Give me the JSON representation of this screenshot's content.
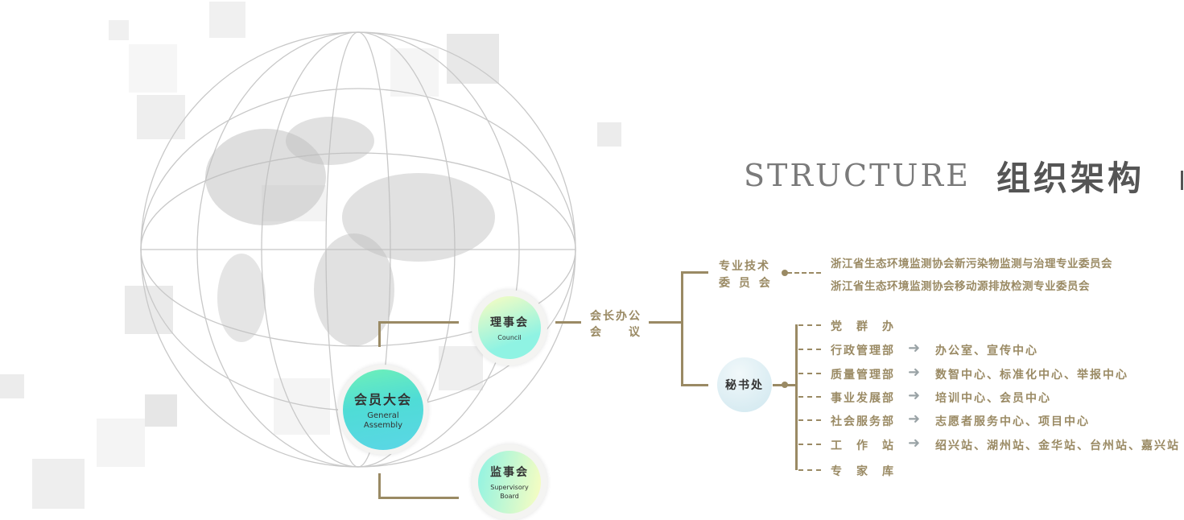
{
  "title": {
    "en": "STRUCTURE",
    "cn": "组织架构"
  },
  "nodes": {
    "general": {
      "cn": "会员大会",
      "en": "General Assembly"
    },
    "council": {
      "cn": "理事会",
      "en": "Council"
    },
    "supervisory": {
      "cn": "监事会",
      "en": "Supervisory Board"
    },
    "president_office": {
      "line1": "会长办公",
      "line2": "会　　议"
    },
    "tech_committee": {
      "line1": "专业技术",
      "line2": "委 员 会"
    },
    "secretariat": {
      "cn": "秘书处"
    }
  },
  "committees": [
    "浙江省生态环境监测协会新污染物监测与治理专业委员会",
    "浙江省生态环境监测协会移动源排放检测专业委员会"
  ],
  "departments": [
    {
      "name": "党　群　办",
      "sub": ""
    },
    {
      "name": "行政管理部",
      "sub": "办公室、宣传中心"
    },
    {
      "name": "质量管理部",
      "sub": "数智中心、标准化中心、举报中心"
    },
    {
      "name": "事业发展部",
      "sub": "培训中心、会员中心"
    },
    {
      "name": "社会服务部",
      "sub": "志愿者服务中心、项目中心"
    },
    {
      "name": "工　作　站",
      "sub": "绍兴站、湖州站、金华站、台州站、嘉兴站"
    },
    {
      "name": "专　家　库",
      "sub": ""
    }
  ],
  "colors": {
    "accent": "#9a8a64",
    "title": "#555555"
  }
}
